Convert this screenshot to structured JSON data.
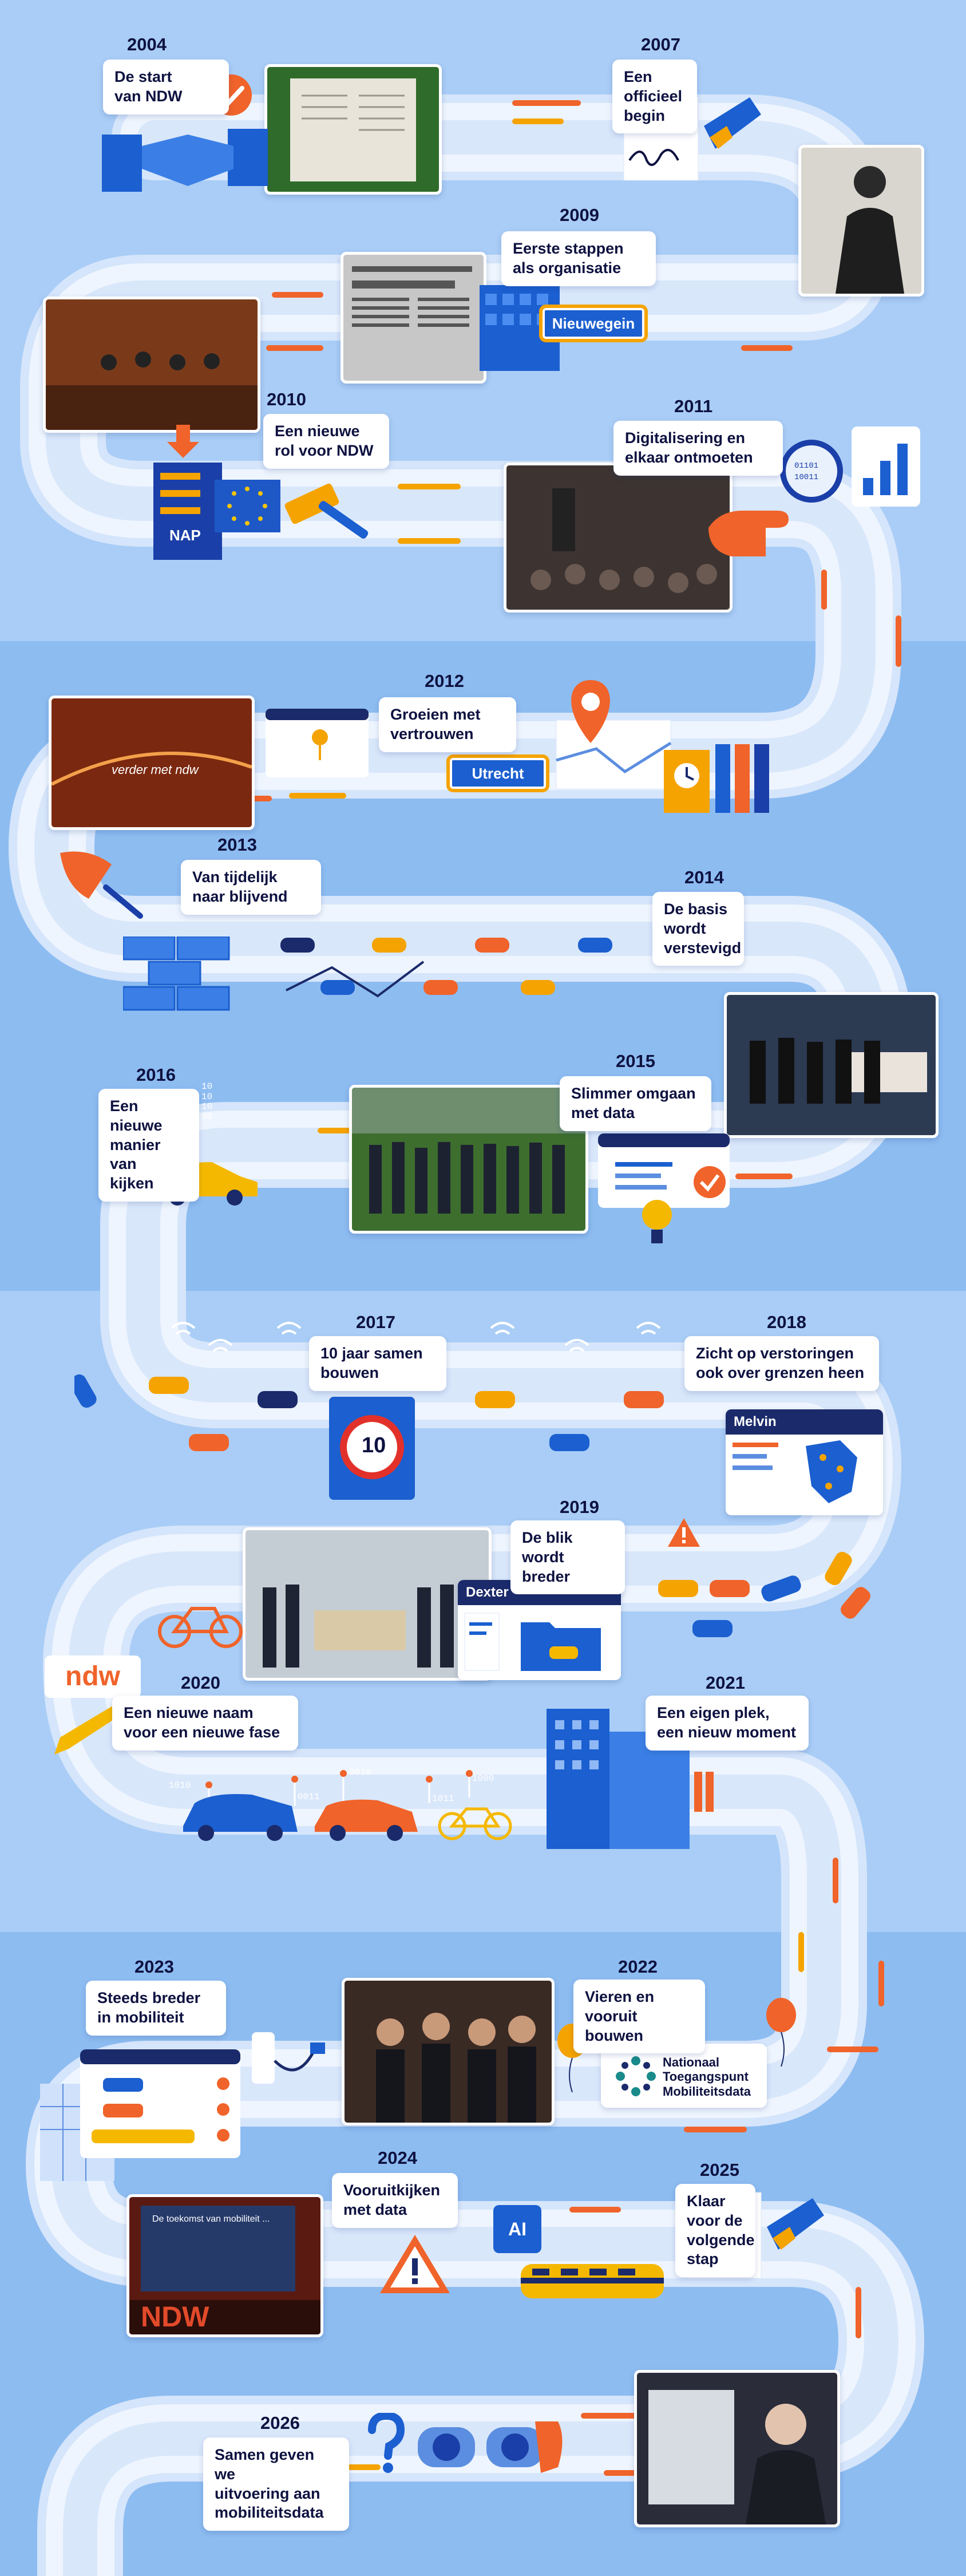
{
  "timeline": [
    {
      "year": "2004",
      "title": "De start\nvan NDW"
    },
    {
      "year": "2007",
      "title": "Een\nofficieel\nbegin"
    },
    {
      "year": "2009",
      "title": "Eerste stappen\nals organisatie"
    },
    {
      "year": "2010",
      "title": "Een nieuwe\nrol voor NDW"
    },
    {
      "year": "2011",
      "title": "Digitalisering en\nelkaar ontmoeten"
    },
    {
      "year": "2012",
      "title": "Groeien met\nvertrouwen"
    },
    {
      "year": "2013",
      "title": "Van tijdelijk\nnaar blijvend"
    },
    {
      "year": "2014",
      "title": "De basis\nwordt\nverstevigd"
    },
    {
      "year": "2015",
      "title": "Slimmer omgaan\nmet data"
    },
    {
      "year": "2016",
      "title": "Een nieuwe\nmanier van\nkijken"
    },
    {
      "year": "2017",
      "title": "10 jaar samen\nbouwen"
    },
    {
      "year": "2018",
      "title": "Zicht op verstoringen\nook over grenzen heen"
    },
    {
      "year": "2019",
      "title": "De blik\nwordt breder"
    },
    {
      "year": "2020",
      "title": "Een nieuwe naam\nvoor een nieuwe fase"
    },
    {
      "year": "2021",
      "title": "Een eigen plek,\neen nieuw moment"
    },
    {
      "year": "2022",
      "title": "Vieren en\nvooruit bouwen"
    },
    {
      "year": "2023",
      "title": "Steeds breder\nin mobiliteit"
    },
    {
      "year": "2024",
      "title": "Vooruitkijken\nmet data"
    },
    {
      "year": "2025",
      "title": "Klaar\nvoor de\nvolgende\nstap"
    },
    {
      "year": "2026",
      "title": "Samen geven we\nuitvoering aan\nmobiliteitsdata"
    }
  ],
  "labels": {
    "nieuwegein": "Nieuwegein",
    "utrecht": "Utrecht",
    "nap": "NAP",
    "melvin": "Melvin",
    "dexter": "Dexter",
    "ndw_logo": "ndw",
    "ai": "AI",
    "ten": "10",
    "binary": "10101000",
    "ntm": "Nationaal\nToegangspunt\nMobiliteitsdata",
    "screen_2012": "verder met ndw",
    "screen_2024": "De toekomst van mobiliteit ...",
    "slide_ndw": "NDW",
    "bin1": "1010",
    "bin2": "0011",
    "bin3": "0010",
    "bin4": "1011",
    "bin5": "1000"
  },
  "colors": {
    "bg_light": "#a9cdf6",
    "bg_mid": "#8dbcf1",
    "road": "#e9f1fd",
    "road_edge": "#d5e5fb",
    "orange": "#f0632a",
    "amber": "#f5a300",
    "blue": "#1b5fd0",
    "navy": "#0e1240"
  },
  "icons": [
    "handshake-icon",
    "checkmark-icon",
    "pen-signature-icon",
    "cursor-icon",
    "gavel-icon",
    "eu-flag-icon",
    "magnifier-icon",
    "bar-chart-icon",
    "hand-icon",
    "map-pin-icon",
    "binders-icon",
    "trowel-icon",
    "bricks-icon",
    "car-icon",
    "lightbulb-icon",
    "wifi-icon",
    "book-icon",
    "warning-icon",
    "bicycle-icon",
    "pencil-icon",
    "building-icon",
    "balloon-icon",
    "traffic-chart-icon",
    "ai-chip-icon",
    "train-icon",
    "question-icon",
    "binoculars-icon"
  ]
}
